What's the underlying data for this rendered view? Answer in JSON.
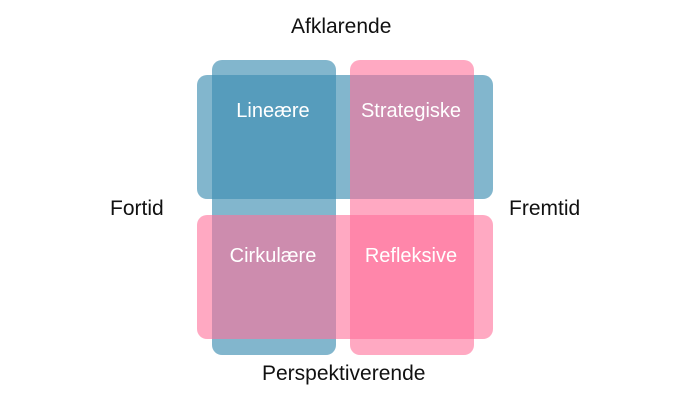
{
  "axes": {
    "top": "Afklarende",
    "bottom": "Perspektiverende",
    "left": "Fortid",
    "right": "Fremtid"
  },
  "quadrants": {
    "top_left": "Lineære",
    "top_right": "Strategiske",
    "bottom_left": "Cirkulære",
    "bottom_right": "Refleksive"
  },
  "colors": {
    "blue": "#3f8fb2",
    "pink": "#ff6f9a",
    "label": "#ffffff",
    "text": "#111111"
  }
}
